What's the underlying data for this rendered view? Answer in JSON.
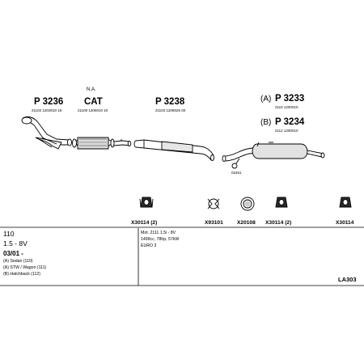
{
  "parts": {
    "p3236": {
      "number": "P 3236",
      "oe": "21102 1203010 16"
    },
    "cat": {
      "na": "N.A.",
      "label": "CAT",
      "oe": "21100 1206010 10"
    },
    "p3238": {
      "number": "P 3238",
      "oe": "21103 1206026 00"
    },
    "p3233": {
      "variant": "(A)",
      "number": "P 3233",
      "oe": "2110 1200010"
    },
    "p3234": {
      "variant": "(B)",
      "number": "P 3234",
      "oe": "2112 1200010"
    },
    "ring": {
      "code": "02451"
    }
  },
  "accessories": [
    {
      "code": "X30114 (2)"
    },
    {
      "code": "X93101"
    },
    {
      "code": "X20108"
    },
    {
      "code": "X30114 (2)"
    },
    {
      "code": "X30114"
    }
  ],
  "vehicle": {
    "model": "110",
    "engine": "1.5 - 8V",
    "date": "03/01 -",
    "bodies": [
      "(A) Sedan (110)",
      "(A) STW / Wagon (111)",
      "(B) Hatchback (112)"
    ]
  },
  "motor": {
    "line1": "Mot. 2111 1.5i - 8V",
    "line2": "1499cc, 78hp, 57kW",
    "line3": "EURO 3"
  },
  "set_code": "LA303"
}
